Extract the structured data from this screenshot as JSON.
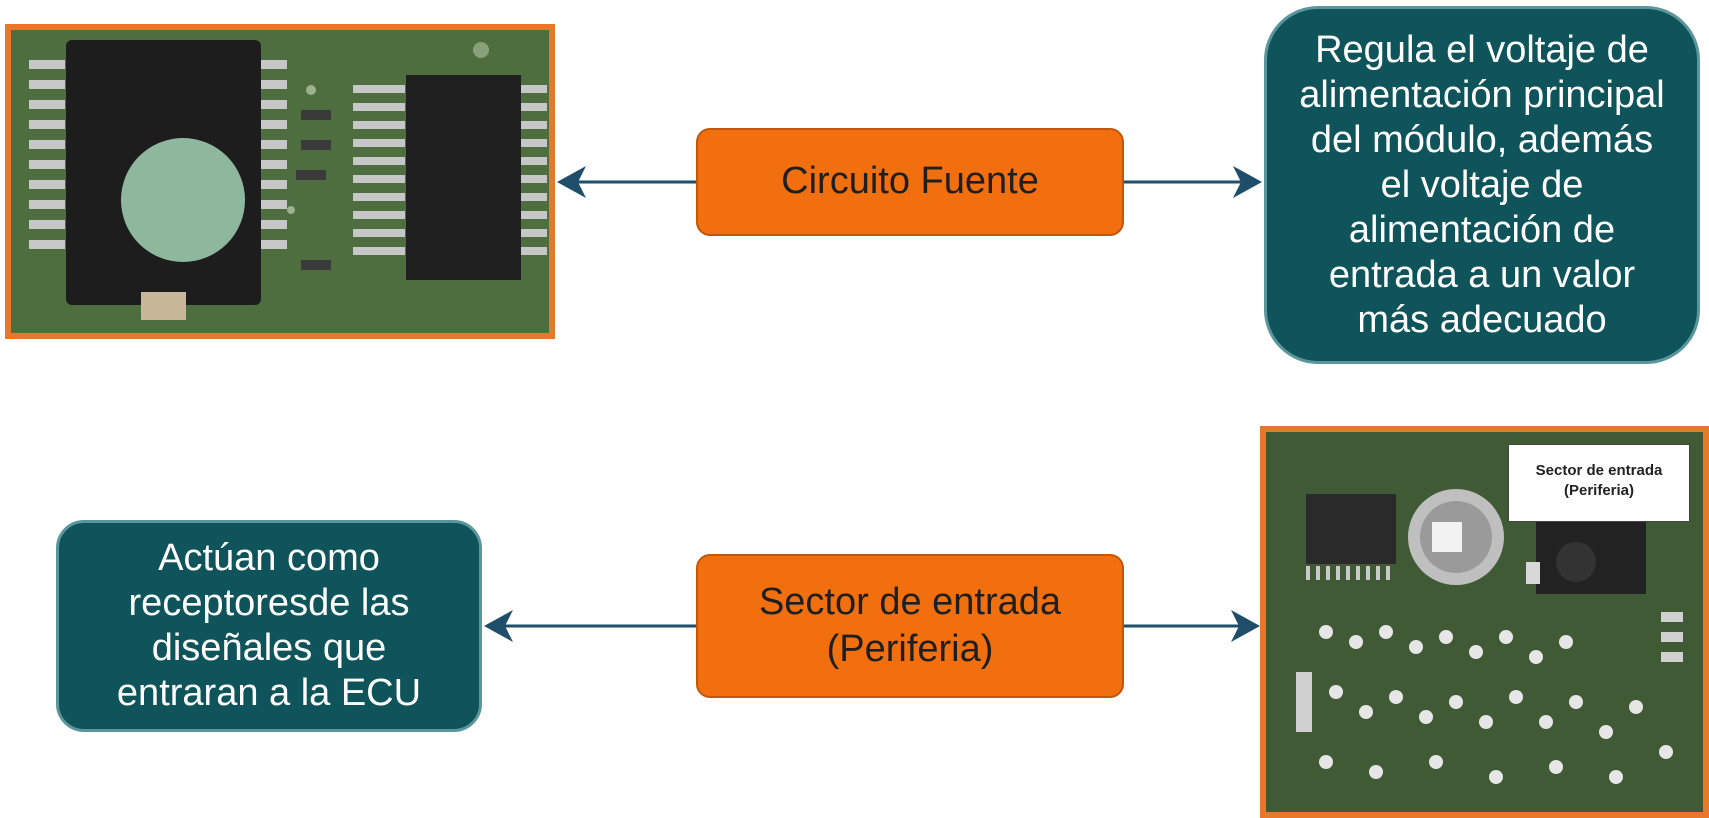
{
  "top": {
    "center_box": "Circuito Fuente",
    "description": [
      "Regula el voltaje de",
      "alimentación principal",
      "del módulo, además",
      "el voltaje de",
      "alimentación de",
      "entrada a un valor",
      "más adecuado"
    ]
  },
  "bottom": {
    "center_box": [
      "Sector de entrada",
      "(Periferia)"
    ],
    "description": [
      "Actúan como",
      "receptoresde las",
      "diseñales que",
      "entraran a la ECU"
    ],
    "photo_label": [
      "Sector de entrada",
      "(Periferia)"
    ]
  },
  "colors": {
    "orange": "#f26f0f",
    "teal": "#0e545a",
    "arrow": "#1f4e6b",
    "photo_border": "#e8772a"
  }
}
